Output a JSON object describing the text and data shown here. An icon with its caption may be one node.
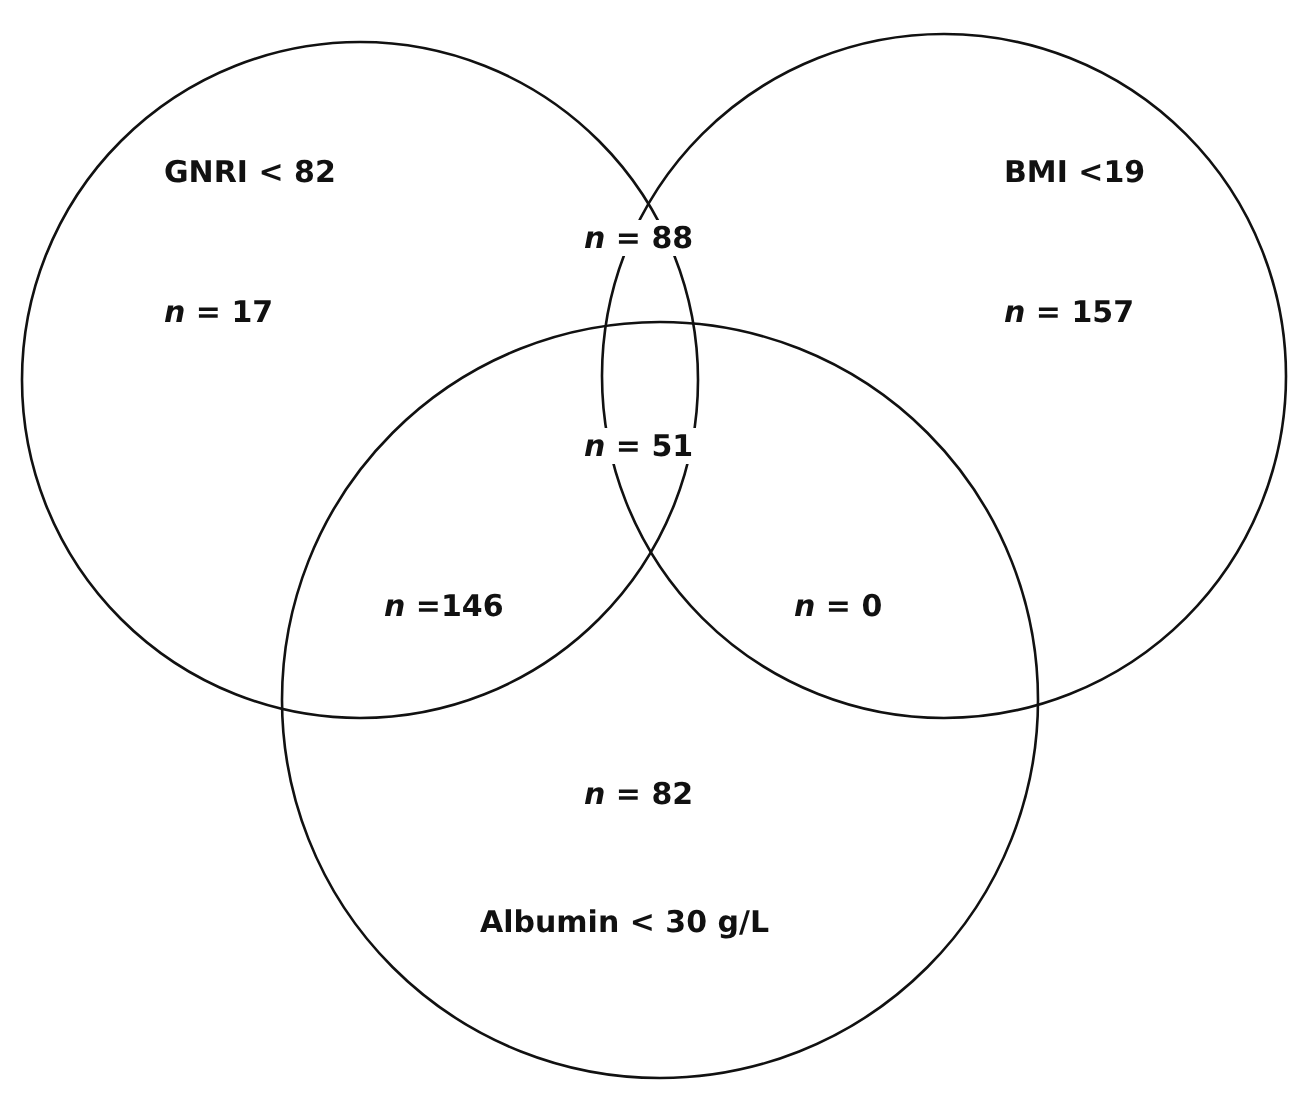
{
  "diagram": {
    "nodes": [
      {
        "text": [
          "GNRI < 82",
          "*n* = 17"
        ]
      },
      {
        "text": [
          "BMI <19",
          "*n* = 157"
        ]
      },
      {
        "text": [
          "*n* = 82",
          "Albumin < 30 g/L"
        ]
      }
    ],
    "labels": [
      "*n* = 88",
      "*n* = 51",
      "*n* =146",
      "*n* = 0"
    ]
  }
}
